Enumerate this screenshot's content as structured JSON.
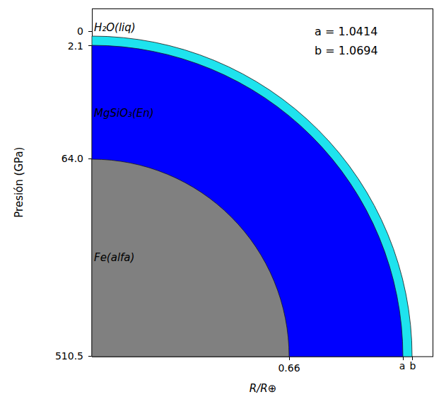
{
  "diagram": {
    "nodes": [
      {
        "text": [
          "H₂O(liq)"
        ]
      },
      {
        "text": [
          "MgSiO₃(En)"
        ],
        "in": 0
      },
      {
        "text": [
          "Fe(alfa)"
        ],
        "in": 1
      }
    ],
    "labels": [
      "0",
      "2.1",
      "64.0",
      "510.5",
      "Presión (GPa)",
      "0.66",
      "a",
      "b",
      "R/R⊕",
      "a = 1.0414",
      "b = 1.0694"
    ]
  }
}
